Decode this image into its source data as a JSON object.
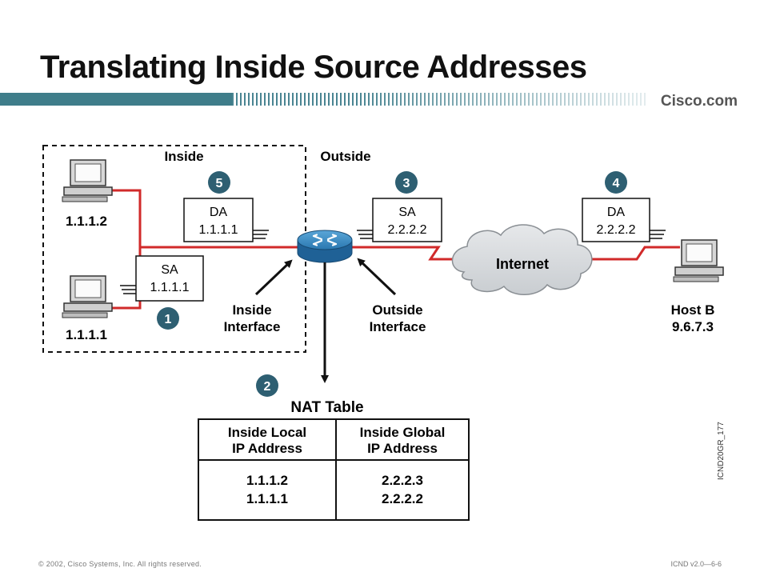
{
  "slide": {
    "title": "Translating Inside Source Addresses",
    "brand": "Cisco.com",
    "copyright": "© 2002, Cisco Systems, Inc. All rights reserved.",
    "course_ref": "ICND v2.0—6-6",
    "figure_id": "ICND20GR_177"
  },
  "diagram": {
    "zones": {
      "inside": "Inside",
      "outside": "Outside"
    },
    "hosts": {
      "host_top": "1.1.1.2",
      "host_bottom": "1.1.1.1",
      "host_b_name": "Host B",
      "host_b_ip": "9.6.7.3"
    },
    "steps": {
      "s1": "1",
      "s2": "2",
      "s3": "3",
      "s4": "4",
      "s5": "5"
    },
    "packets": {
      "p1": {
        "field": "SA",
        "value": "1.1.1.1"
      },
      "p3": {
        "field": "SA",
        "value": "2.2.2.2"
      },
      "p4": {
        "field": "DA",
        "value": "2.2.2.2"
      },
      "p5": {
        "field": "DA",
        "value": "1.1.1.1"
      }
    },
    "interfaces": {
      "inside_l1": "Inside",
      "inside_l2": "Interface",
      "outside_l1": "Outside",
      "outside_l2": "Interface"
    },
    "cloud": "Internet",
    "nat_table": {
      "title": "NAT Table",
      "col1_l1": "Inside Local",
      "col1_l2": "IP Address",
      "col2_l1": "Inside Global",
      "col2_l2": "IP Address",
      "rows": [
        {
          "local": "1.1.1.2",
          "global": "2.2.2.3"
        },
        {
          "local": "1.1.1.1",
          "global": "2.2.2.2"
        }
      ]
    },
    "colors": {
      "link": "#d12a2a",
      "step_badge": "#2e5f72",
      "router": "#2f7fb6",
      "cloud": "#d9dcdf"
    }
  }
}
